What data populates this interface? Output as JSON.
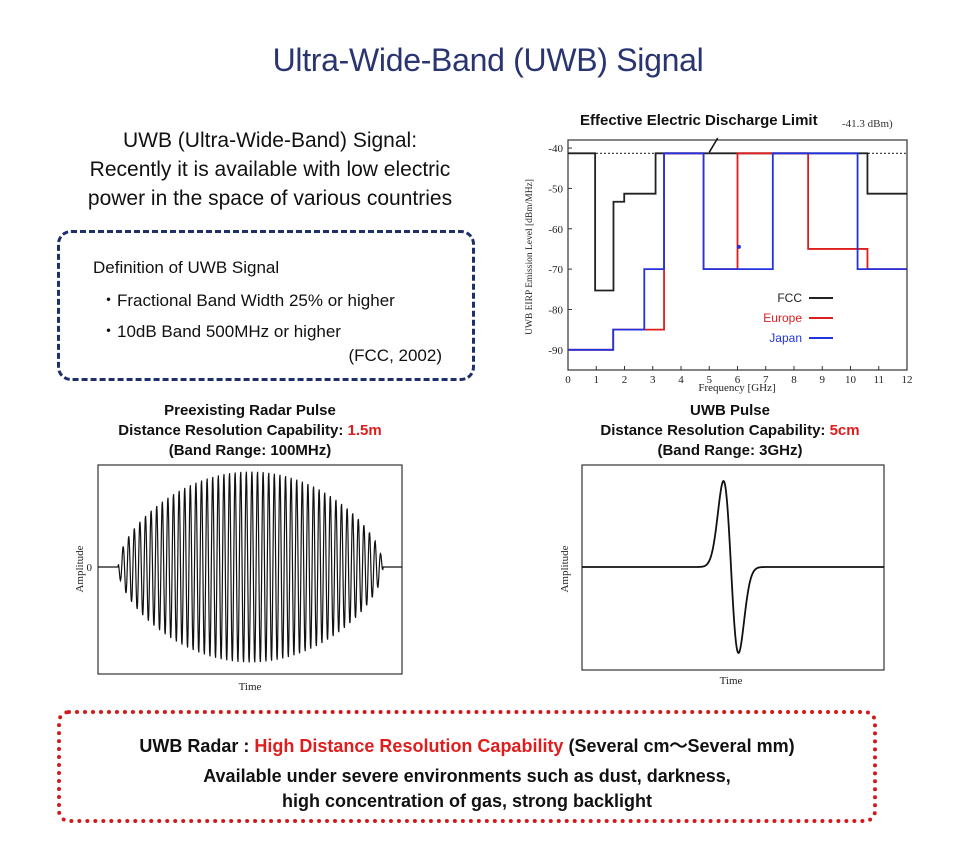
{
  "title": "Ultra-Wide-Band (UWB) Signal",
  "intro": {
    "line1": "UWB (Ultra-Wide-Band) Signal:",
    "line2": "Recently it is available with low electric",
    "line3": "power in the space of various countries"
  },
  "definition": {
    "title": "Definition of UWB Signal",
    "items": [
      "・Fractional Band Width 25% or higher",
      "・10dB Band 500MHz or higher"
    ],
    "source": "(FCC, 2002)"
  },
  "chart_data": {
    "type": "line",
    "title": "Effective Electric Discharge Limit",
    "limit_label": "-41.3 dBm)",
    "xlabel": "Frequency [GHz]",
    "ylabel": "UWB EIRP Emission Level [dBm/MHz]",
    "xlim": [
      0,
      12
    ],
    "ylim": [
      -95,
      -38
    ],
    "xticks": [
      "0",
      "1",
      "2",
      "3",
      "4",
      "5",
      "6",
      "7",
      "8",
      "9",
      "10",
      "11",
      "12"
    ],
    "yticks": [
      "-40",
      "-50",
      "-60",
      "-70",
      "-80",
      "-90"
    ],
    "legend_position": "bottom-right",
    "series": [
      {
        "name": "FCC",
        "color": "#222222",
        "x": [
          0,
          0.96,
          0.96,
          1.61,
          1.61,
          1.99,
          1.99,
          3.1,
          3.1,
          10.6,
          10.6,
          12
        ],
        "y": [
          -41.3,
          -41.3,
          -75.3,
          -75.3,
          -53.3,
          -53.3,
          -51.3,
          -51.3,
          -41.3,
          -41.3,
          -51.3,
          -51.3
        ]
      },
      {
        "name": "Europe",
        "color": "#e01d1d",
        "x": [
          0,
          1.6,
          1.6,
          2.7,
          2.7,
          3.4,
          3.4,
          4.8,
          4.8,
          6.0,
          6.0,
          8.5,
          8.5,
          10.6,
          10.6,
          12
        ],
        "y": [
          -90,
          -90,
          -85,
          -85,
          -85,
          -85,
          -41.3,
          -41.3,
          -70,
          -70,
          -41.3,
          -41.3,
          -65,
          -65,
          -70,
          -70
        ]
      },
      {
        "name": "Japan",
        "color": "#2233dd",
        "x": [
          0,
          1.6,
          1.6,
          2.7,
          2.7,
          3.4,
          3.4,
          4.8,
          4.8,
          7.25,
          7.25,
          10.25,
          10.25,
          12
        ],
        "y": [
          -90,
          -90,
          -85,
          -85,
          -70,
          -70,
          -41.3,
          -41.3,
          -70,
          -70,
          -41.3,
          -41.3,
          -70,
          -70
        ]
      }
    ]
  },
  "radar": {
    "line1": "Preexisting Radar Pulse",
    "line2_prefix": "Distance Resolution Capability: ",
    "line2_value": "1.5m",
    "line3": "(Band Range: 100MHz)",
    "ylabel": "Amplitude",
    "xlabel": "Time",
    "zero": "0"
  },
  "uwb_pulse": {
    "line1": "UWB Pulse",
    "line2_prefix": "Distance Resolution Capability: ",
    "line2_value": "5cm",
    "line3": "(Band Range: 3GHz)",
    "ylabel": "Amplitude",
    "xlabel": "Time"
  },
  "bottom": {
    "prefix": "UWB Radar : ",
    "highlight": "High Distance Resolution Capability",
    "suffix": " (Several cm～Several mm)",
    "line2": "Available under severe environments such as dust, darkness,",
    "line3": "high concentration of gas, strong backlight"
  },
  "colors": {
    "title": "#2a3470",
    "accent_red": "#e01d1d",
    "box_blue": "#1f2f6b",
    "box_red": "#d21a1a"
  }
}
